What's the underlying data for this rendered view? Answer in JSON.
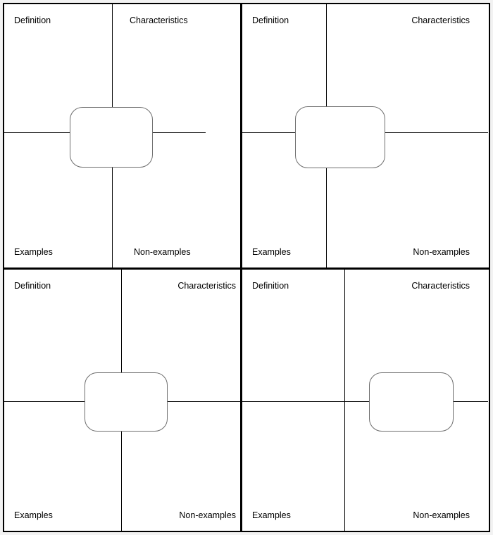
{
  "document": {
    "title": "Frayer Model Templates",
    "page_background": "#f2f2f2",
    "sheet_background": "#ffffff",
    "line_color": "#000000",
    "box_border_color": "#6e6e6e",
    "text_color": "#000000"
  },
  "labels": {
    "definition": "Definition",
    "characteristics": "Characteristics",
    "examples": "Examples",
    "non_examples": "Non-examples"
  },
  "panels": [
    {
      "id": "panel-top-left",
      "position": "top-left",
      "quadrants": {
        "top_left": "Definition",
        "top_right": "Characteristics",
        "bottom_left": "Examples",
        "bottom_right": "Non-examples"
      },
      "concept_box_label": ""
    },
    {
      "id": "panel-top-right",
      "position": "top-right",
      "quadrants": {
        "top_left": "Definition",
        "top_right": "Characteristics",
        "bottom_left": "Examples",
        "bottom_right": "Non-examples"
      },
      "concept_box_label": ""
    },
    {
      "id": "panel-bottom-left",
      "position": "bottom-left",
      "quadrants": {
        "top_left": "Definition",
        "top_right": "Characteristics",
        "bottom_left": "Examples",
        "bottom_right": "Non-examples"
      },
      "concept_box_label": ""
    },
    {
      "id": "panel-bottom-right",
      "position": "bottom-right",
      "quadrants": {
        "top_left": "Definition",
        "top_right": "Characteristics",
        "bottom_left": "Examples",
        "bottom_right": "Non-examples"
      },
      "concept_box_label": ""
    }
  ]
}
